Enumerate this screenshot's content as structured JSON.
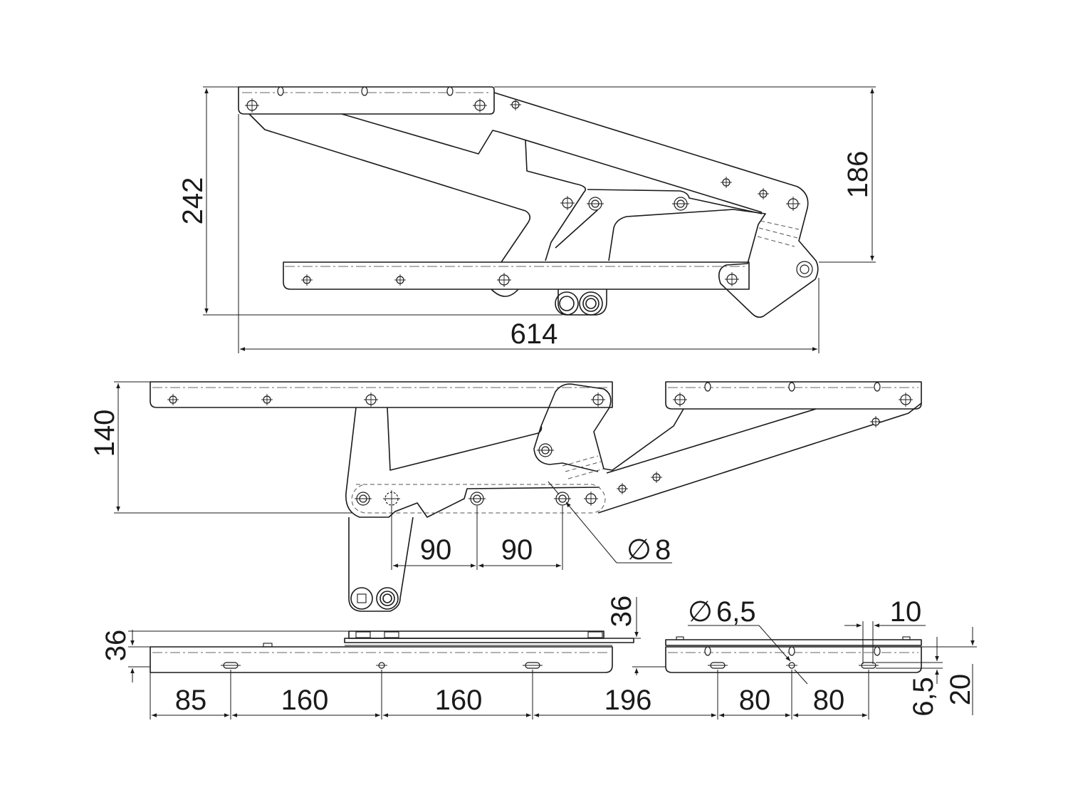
{
  "views": {
    "top_view": {
      "dim_height_total": "242",
      "dim_height_upper": "186",
      "dim_width": "614"
    },
    "middle_view": {
      "dim_height": "140",
      "dim_spacing_1": "90",
      "dim_spacing_2": "90",
      "dim_hole_diameter": "8"
    },
    "bottom_view": {
      "dim_left_thickness": "36",
      "dim_link_thickness": "36",
      "dim_hole_diameter": "6,5",
      "dim_slot_width": "10",
      "dim_spacing_a": "85",
      "dim_spacing_b": "160",
      "dim_spacing_c": "160",
      "dim_spacing_d": "196",
      "dim_spacing_e": "80",
      "dim_spacing_f": "80",
      "dim_offset_small": "6,5",
      "dim_offset_large": "20"
    }
  },
  "symbols": {
    "diameter": "∅"
  },
  "colors": {
    "line": "#1a1a1a",
    "background": "#ffffff"
  }
}
